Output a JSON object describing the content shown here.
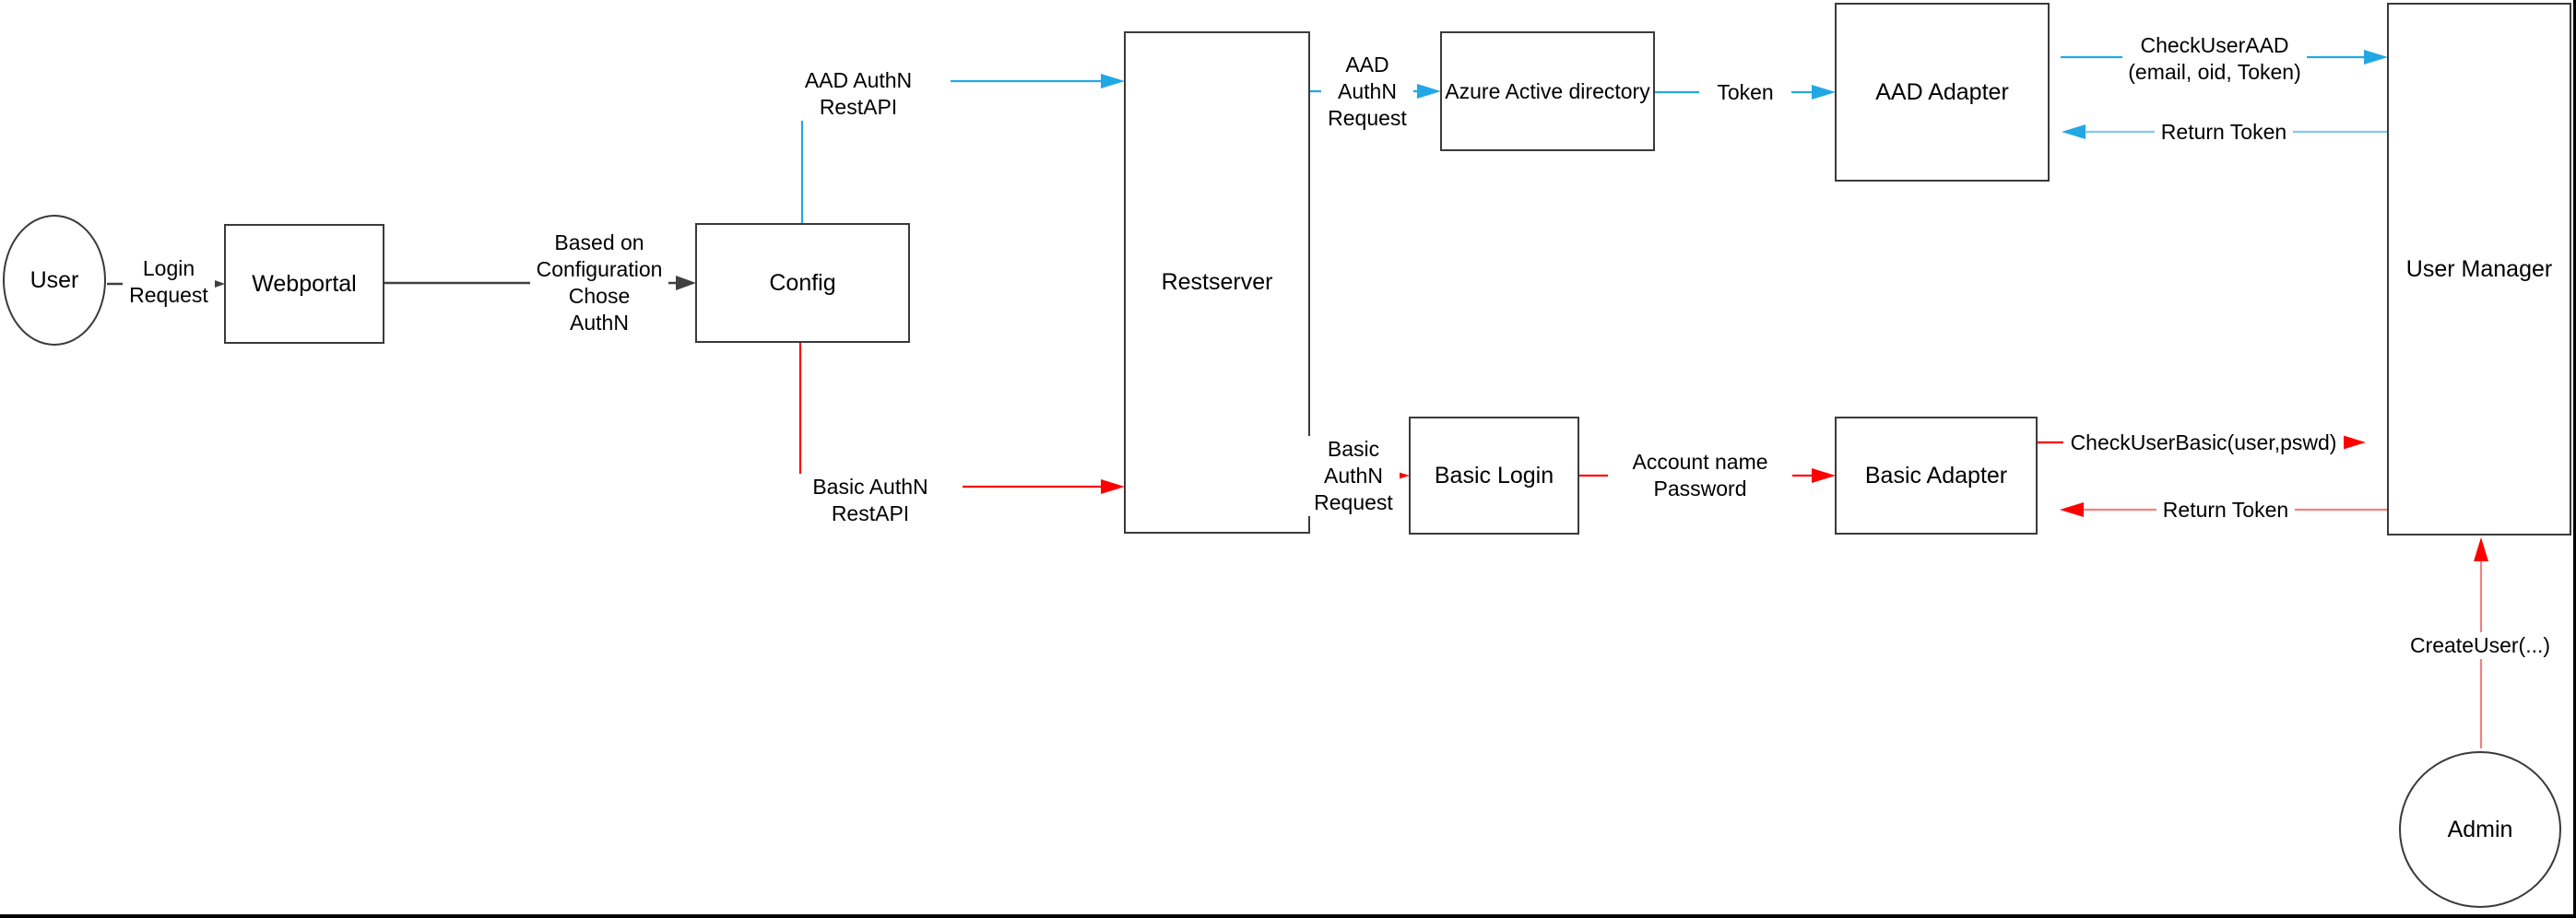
{
  "colors": {
    "bg": "#FFFFFF",
    "text": "#000000",
    "border": "#3A3A3A",
    "line_dark": "#404040",
    "blue": "#22A7E5",
    "blue_soft": "#7FCBEF",
    "red": "#FF0000",
    "red_soft": "#F48080"
  },
  "nodes": {
    "user": {
      "label": "User"
    },
    "webportal": {
      "label": "Webportal"
    },
    "config": {
      "label": "Config"
    },
    "restserver": {
      "label": "Restserver"
    },
    "azure_ad": {
      "label": "Azure Active directory"
    },
    "aad_adapter": {
      "label": "AAD Adapter"
    },
    "user_manager": {
      "label": "User Manager"
    },
    "basic_login": {
      "label": "Basic Login"
    },
    "basic_adapter": {
      "label": "Basic Adapter"
    },
    "admin": {
      "label": "Admin"
    }
  },
  "edges": {
    "login_request": {
      "label": "Login\nRequest"
    },
    "based_on": {
      "label": "Based on\nConfiguration\nChose\nAuthN"
    },
    "aad_authn_restapi": {
      "label": "AAD AuthN RestAPI"
    },
    "basic_authn_restapi": {
      "label": "Basic AuthN RestAPI"
    },
    "aad_authn_request": {
      "label": "AAD\nAuthN\nRequest"
    },
    "basic_authn_request": {
      "label": "Basic\nAuthN\nRequest"
    },
    "token": {
      "label": "Token"
    },
    "account_name_password": {
      "label": "Account name\nPassword"
    },
    "check_user_aad": {
      "label": "CheckUserAAD\n(email, oid, Token)"
    },
    "return_token_aad": {
      "label": "Return Token"
    },
    "check_user_basic": {
      "label": "CheckUserBasic(user,pswd)"
    },
    "return_token_basic": {
      "label": "Return Token"
    },
    "create_user": {
      "label": "CreateUser(...)"
    }
  }
}
